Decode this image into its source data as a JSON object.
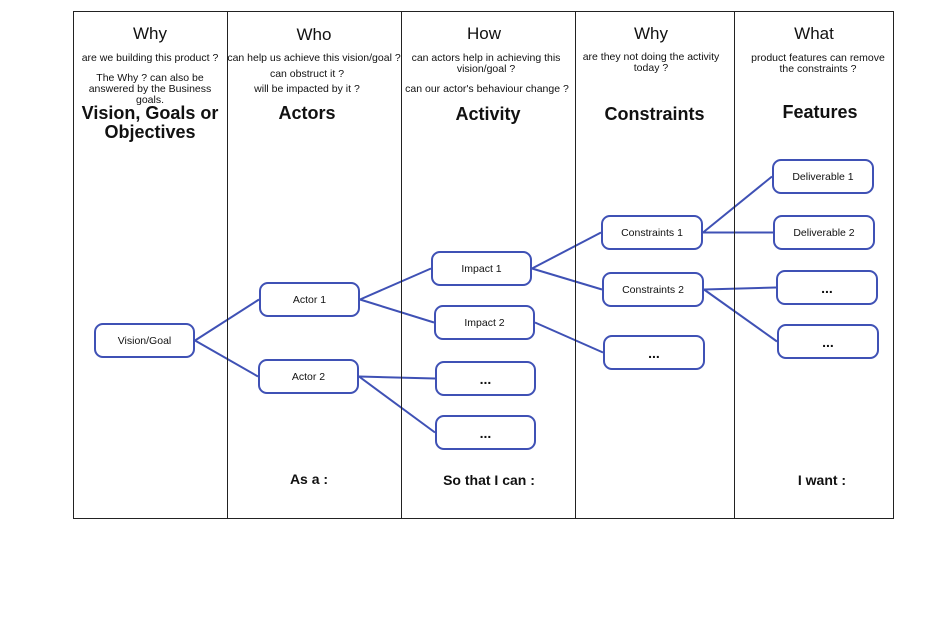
{
  "columns": [
    {
      "id": "why1",
      "header": "Why",
      "questions": [
        "are we building this product ?",
        "The Why ? can also be answered by the Business goals."
      ],
      "title": "Vision, Goals or Objectives",
      "footer": ""
    },
    {
      "id": "who",
      "header": "Who",
      "questions": [
        "can help us achieve this vision/goal ?",
        "can obstruct it ?",
        "will be impacted by it ?"
      ],
      "title": "Actors",
      "footer": "As a :"
    },
    {
      "id": "how",
      "header": "How",
      "questions": [
        "can actors help in achieving this vision/goal ?",
        "can our actor's behaviour change ?"
      ],
      "title": "Activity",
      "footer": "So that I can :"
    },
    {
      "id": "why2",
      "header": "Why",
      "questions": [
        "are they not doing the activity today ?"
      ],
      "title": "Constraints",
      "footer": ""
    },
    {
      "id": "what",
      "header": "What",
      "questions": [
        "product features can remove the constraints ?"
      ],
      "title": "Features",
      "footer": "I want :"
    }
  ],
  "nodes": {
    "vision": "Vision/Goal",
    "actor1": "Actor 1",
    "actor2": "Actor 2",
    "impact1": "Impact 1",
    "impact2": "Impact 2",
    "act_more1": "...",
    "act_more2": "...",
    "constraints1": "Constraints 1",
    "constraints2": "Constraints 2",
    "con_more": "...",
    "deliverable1": "Deliverable 1",
    "deliverable2": "Deliverable 2",
    "feat_more1": "...",
    "feat_more2": "..."
  },
  "links": [
    [
      "vision",
      "actor1"
    ],
    [
      "vision",
      "actor2"
    ],
    [
      "actor1",
      "impact1"
    ],
    [
      "actor1",
      "impact2"
    ],
    [
      "actor2",
      "act_more1"
    ],
    [
      "actor2",
      "act_more2"
    ],
    [
      "impact1",
      "constraints1"
    ],
    [
      "impact1",
      "constraints2"
    ],
    [
      "impact2",
      "con_more"
    ],
    [
      "constraints1",
      "deliverable1"
    ],
    [
      "constraints1",
      "deliverable2"
    ],
    [
      "constraints2",
      "feat_more1"
    ],
    [
      "constraints2",
      "feat_more2"
    ]
  ],
  "colors": {
    "node_border": "#3f51b5",
    "link": "#3f51b5",
    "grid": "#222222"
  }
}
